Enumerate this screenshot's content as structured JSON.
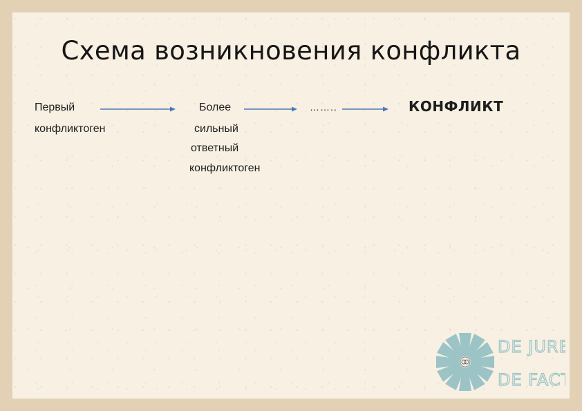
{
  "slide": {
    "title": "Схема возникновения конфликта"
  },
  "scheme": {
    "step1": {
      "line1": "Первый",
      "line2": "конфликтоген"
    },
    "step2": {
      "line1": "Более",
      "line2": "сильный",
      "line3": "ответный",
      "line4": "конфликтоген"
    },
    "step3": "……..",
    "result": "КОНФЛИКТ"
  },
  "logo": {
    "line1": "DE JURE",
    "line2": "DE FACTO",
    "icon": "sunburst-icon"
  },
  "colors": {
    "background": "#f7f0e3",
    "border": "#e2d1b4",
    "arrow": "#4a78b8",
    "logo": "#9cc4c7"
  }
}
